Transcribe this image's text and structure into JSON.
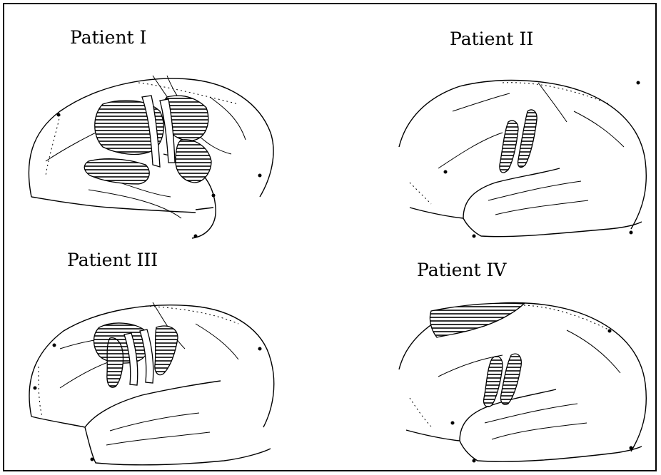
{
  "panels": [
    {
      "id": "p1",
      "label": "Patient I"
    },
    {
      "id": "p2",
      "label": "Patient II"
    },
    {
      "id": "p3",
      "label": "Patient III"
    },
    {
      "id": "p4",
      "label": "Patient IV"
    }
  ],
  "colors": {
    "line": "#000000",
    "hatch": "#000000",
    "background": "#ffffff"
  }
}
